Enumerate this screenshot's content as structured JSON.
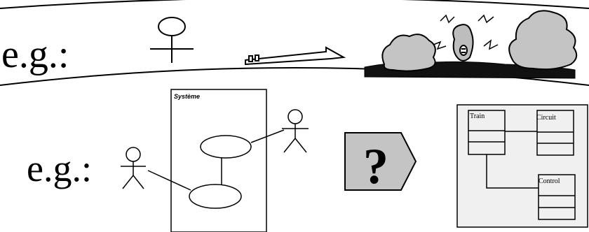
{
  "rows": [
    {
      "label": "e.g.:"
    },
    {
      "label": "e.g.:"
    }
  ],
  "use_case_diagram": {
    "system_label": "Système"
  },
  "transform_symbol": "?",
  "class_diagram": {
    "classes": [
      "Train",
      "Circuit",
      "Control"
    ]
  }
}
